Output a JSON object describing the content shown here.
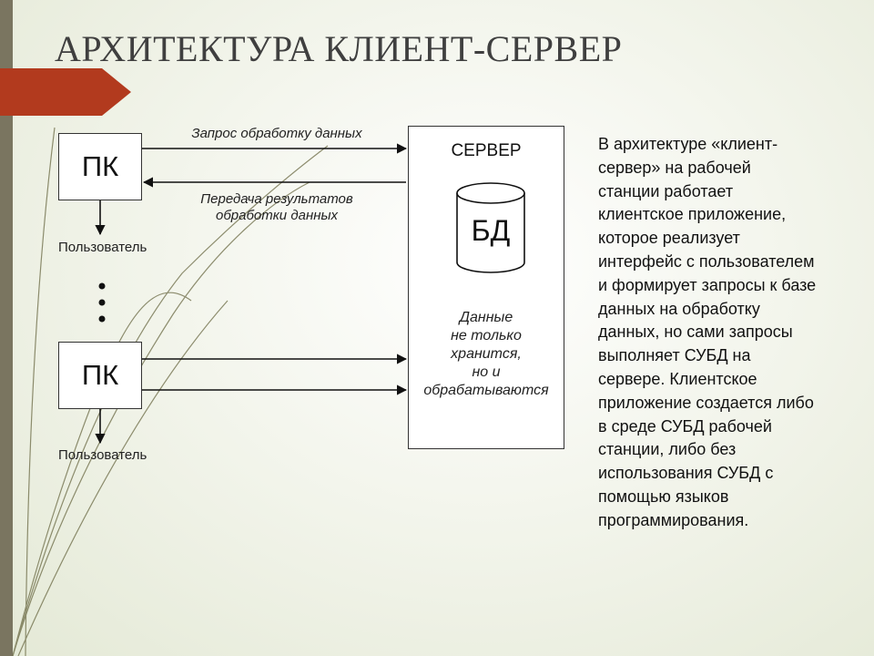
{
  "title": "АРХИТЕКТУРА КЛИЕНТ-СЕРВЕР",
  "diagram": {
    "pc_top_label": "ПК",
    "pc_bottom_label": "ПК",
    "user_top_label": "Пользователь",
    "user_bottom_label": "Пользователь",
    "request_label": "Запрос обработку данных",
    "response_label_line1": "Передача результатов",
    "response_label_line2": "обработки данных",
    "server_label": "СЕРВЕР",
    "db_label": "БД",
    "server_note": "Данные\nне только\nхранится,\nно и\nобрабатываются"
  },
  "description": "В архитектуре «клиент-сервер» на рабочей станции работает клиентское приложение, которое реализует интерфейс с пользователем и формирует запросы к базе данных на обработку данных, но сами запросы выполняет СУБД на сервере. Клиентское приложение создается либо в среде СУБД рабочей станции, либо без использования СУБД с помощью языков программирования.",
  "colors": {
    "ribbon": "#b23a1e",
    "left_bar": "#7a7560",
    "decor_line": "#6b6a44"
  }
}
